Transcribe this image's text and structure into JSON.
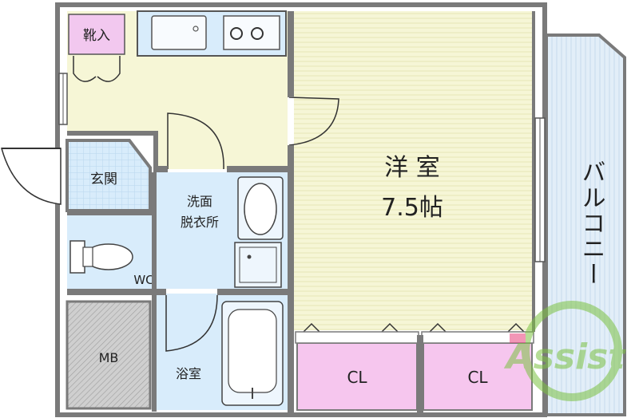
{
  "rooms": {
    "shoe_closet": "靴入",
    "entrance": "玄関",
    "washroom_line1": "洗面",
    "washroom_line2": "脱衣所",
    "wc": "WC",
    "mb": "MB",
    "bathroom": "浴室",
    "western_room_name": "洋 室",
    "western_room_size": "7.5帖",
    "closet_left": "CL",
    "closet_right": "CL",
    "balcony": "バルコニー"
  },
  "watermark": {
    "text": "Assist"
  },
  "colors": {
    "wall": "#7a7a7a",
    "room_floor": "#f6f6d6",
    "wet_area": "#d8ecfb",
    "balcony": "#e2eef8",
    "closet": "#f6c6ee",
    "shoe_closet": "#f2c8ef",
    "mb": "#c8c8c8",
    "watermark": "#7cc242",
    "watermark_accent": "#e8427c"
  }
}
